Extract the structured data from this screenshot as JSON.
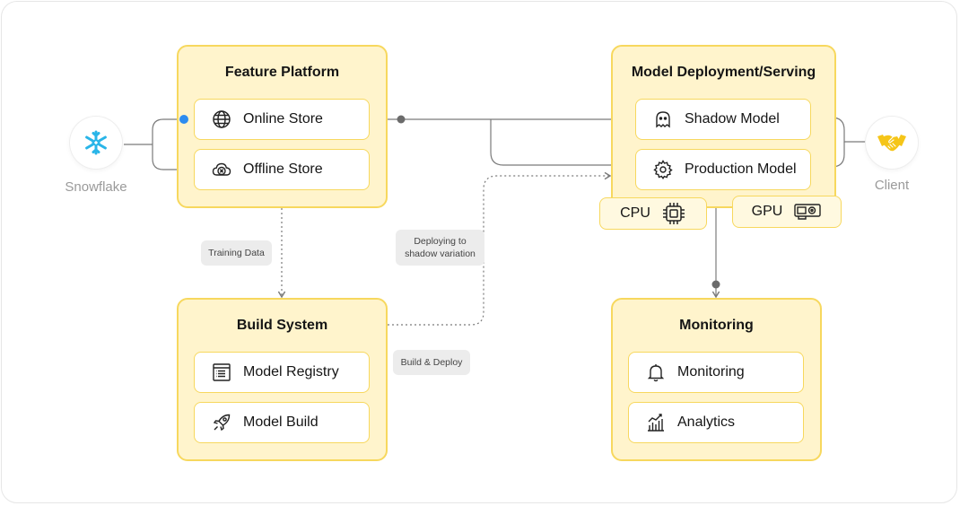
{
  "sources": {
    "snowflake": {
      "label": "Snowflake",
      "icon": "snowflake-icon",
      "color": "#29b5e8"
    },
    "client": {
      "label": "Client",
      "icon": "handshake-icon",
      "color": "#f5c518"
    }
  },
  "feature_platform": {
    "title": "Feature Platform",
    "items": [
      {
        "label": "Online Store",
        "icon": "globe-icon"
      },
      {
        "label": "Offline Store",
        "icon": "cloud-x-icon"
      }
    ]
  },
  "model_serving": {
    "title": "Model Deployment/Serving",
    "items": [
      {
        "label": "Shadow Model",
        "icon": "ghost-icon"
      },
      {
        "label": "Production Model",
        "icon": "gear-icon"
      }
    ],
    "hardware": [
      {
        "label": "CPU",
        "icon": "cpu-chip-icon"
      },
      {
        "label": "GPU",
        "icon": "gpu-card-icon"
      }
    ]
  },
  "build_system": {
    "title": "Build System",
    "items": [
      {
        "label": "Model Registry",
        "icon": "registry-icon"
      },
      {
        "label": "Model Build",
        "icon": "rocket-icon"
      }
    ]
  },
  "monitoring": {
    "title": "Monitoring",
    "items": [
      {
        "label": "Monitoring",
        "icon": "bell-icon"
      },
      {
        "label": "Analytics",
        "icon": "bar-chart-icon"
      }
    ]
  },
  "edge_labels": {
    "training_data": "Training Data",
    "deploying_line1": "Deploying to",
    "deploying_line2": "shadow variation",
    "build_deploy": "Build & Deploy"
  },
  "colors": {
    "group_fill": "#fff4cc",
    "group_border": "#f7d85e",
    "connector": "#7a7a7a",
    "accent_dot": "#2d8cf0"
  }
}
